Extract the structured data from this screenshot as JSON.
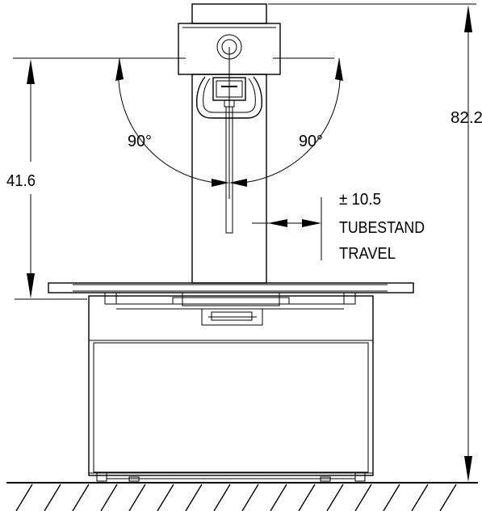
{
  "dimensions": {
    "overall_height": "82.2",
    "arm_height": "41.6",
    "tilt_left": "90°",
    "tilt_right": "90°",
    "travel_value": "± 10.5",
    "travel_line1": "TUBESTAND",
    "travel_line2": "TRAVEL"
  }
}
